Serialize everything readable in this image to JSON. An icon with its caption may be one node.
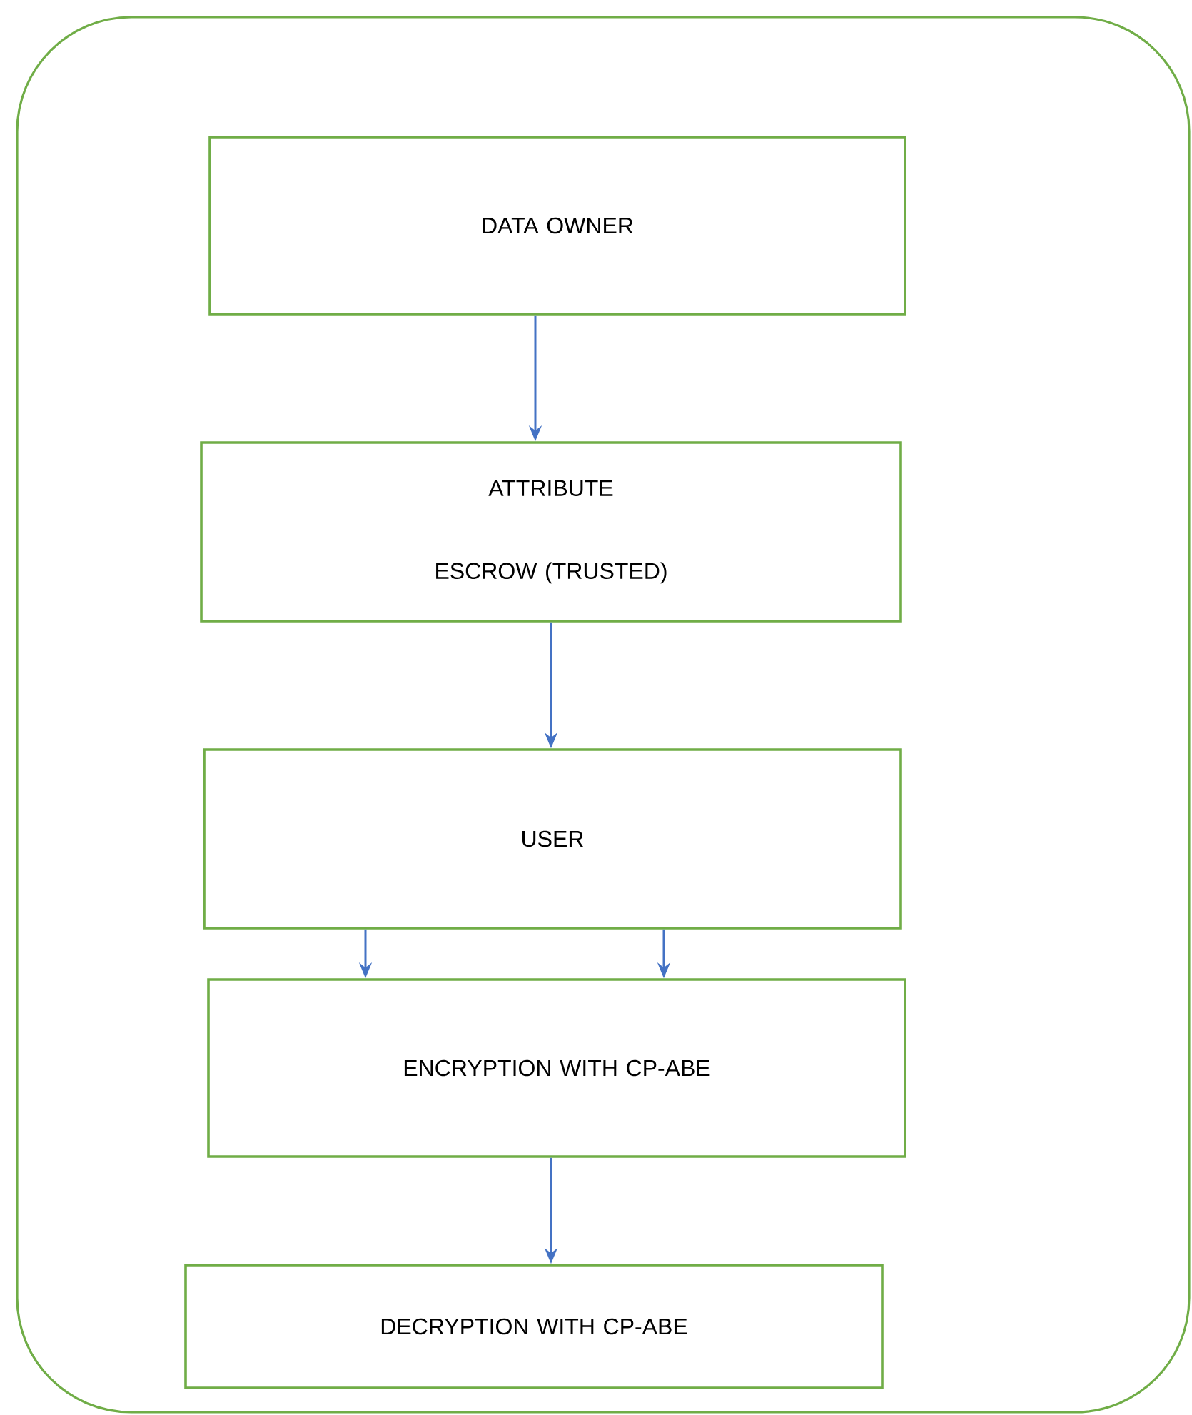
{
  "diagram": {
    "nodes": [
      {
        "text": [],
        "shape": "box"
      },
      {
        "text": [
          "DATA OWNER"
        ],
        "in": 0
      },
      {
        "text": [
          "ATTRIBUTE ESCROW (TRUSTED)"
        ],
        "in": 0
      },
      {
        "text": [
          "USER"
        ],
        "in": 0
      },
      {
        "text": [
          "ENCRYPTION WITH CP-ABE"
        ],
        "in": 0
      },
      {
        "text": [
          "DECRYPTION WITH CP-ABE"
        ],
        "in": 0
      }
    ],
    "edges": [
      {
        "from": 1,
        "to": 2,
        "arrow": "to"
      },
      {
        "from": 2,
        "to": 3,
        "arrow": "to"
      },
      {
        "from": 3,
        "to": 4,
        "arrow": "to"
      },
      {
        "from": 3,
        "to": 4,
        "arrow": "to"
      },
      {
        "from": 4,
        "to": 5,
        "arrow": "to"
      }
    ]
  }
}
